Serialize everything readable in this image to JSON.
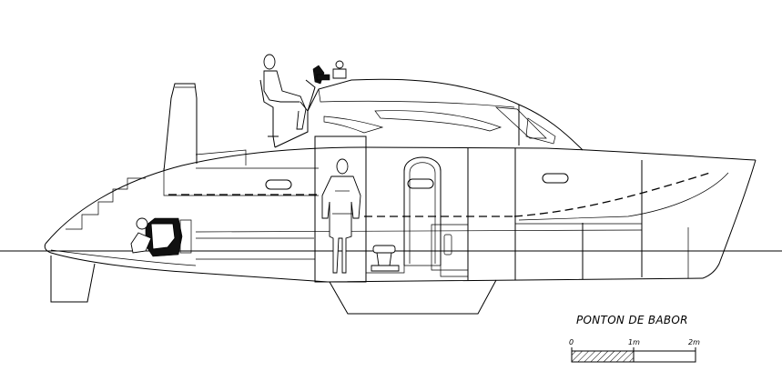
{
  "drawing": {
    "title": "PONTON DE BABOR",
    "scale_bar": {
      "labels": [
        "0",
        "1m",
        "2m"
      ]
    }
  }
}
